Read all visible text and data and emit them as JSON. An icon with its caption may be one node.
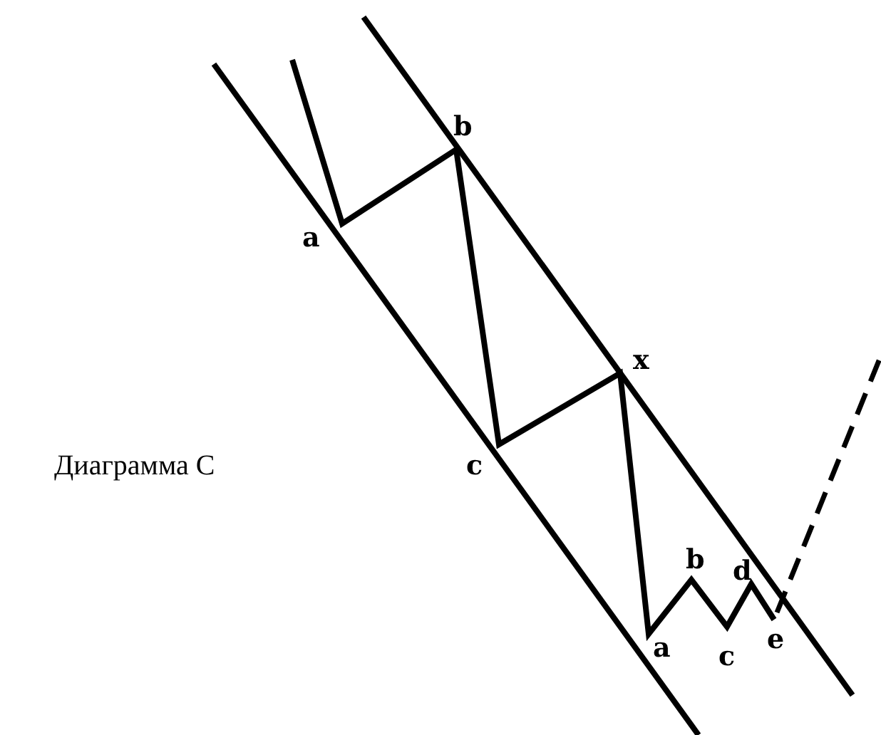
{
  "diagram": {
    "labels": [
      "b",
      "a",
      "x",
      "Диаграмма C",
      "c",
      "b",
      "d",
      "a",
      "c",
      "e"
    ]
  }
}
